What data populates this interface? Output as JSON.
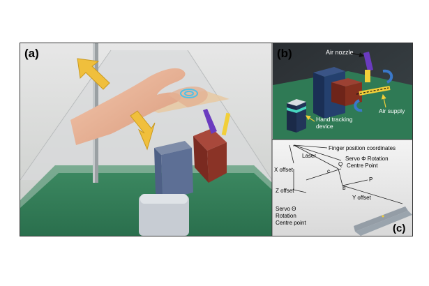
{
  "panel_a": {
    "label": "(a)"
  },
  "panel_b": {
    "label": "(b)",
    "air_nozzle": "Air nozzle",
    "hand_tracking_line1": "Hand tracking",
    "hand_tracking_line2": "device",
    "air_supply": "Air supply"
  },
  "panel_c": {
    "label": "(c)",
    "finger_position": "Finger position coordinates",
    "laser": "Laser",
    "servo_phi_line1": "Servo Φ Rotation",
    "servo_phi_line2": "Centre Point",
    "q": "Q",
    "c": "c",
    "x_offset": "X offset",
    "z_offset": "Z offset",
    "b": "b",
    "p": "P",
    "y_offset": "Y offset",
    "servo_theta_line1": "Servo Θ",
    "servo_theta_line2": "Rotation",
    "servo_theta_line3": "Centre point"
  },
  "colors": {
    "table_green": "#2f7a55",
    "air_nozzle_purple": "#6a3bbf",
    "air_supply_yellow": "#f2cf3a",
    "arrow_yellow": "#f0bf3c",
    "box_red": "#8a2e22",
    "box_navy": "#1f3a66",
    "annotation_yellow": "#f2cf3a"
  }
}
